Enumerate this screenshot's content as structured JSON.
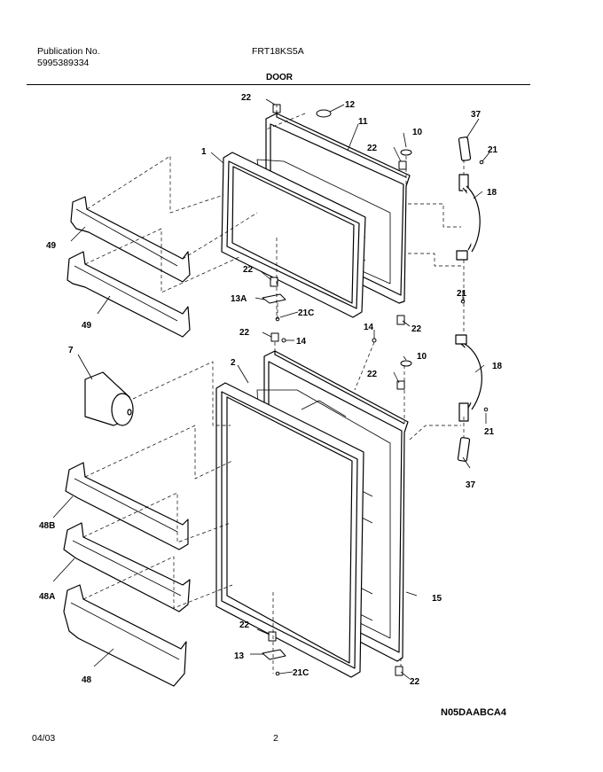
{
  "header": {
    "publication_label": "Publication No.",
    "publication_number": "5995389334",
    "model": "FRT18KS5A",
    "section": "DOOR"
  },
  "footer": {
    "date": "04/03",
    "page": "2",
    "diagram_code": "N05DAABCA4"
  },
  "callouts": {
    "p1": "1",
    "p2": "2",
    "p7": "7",
    "p10a": "10",
    "p10b": "10",
    "p11": "11",
    "p12": "12",
    "p13": "13",
    "p13a": "13A",
    "p14a": "14",
    "p14b": "14",
    "p15": "15",
    "p18a": "18",
    "p18b": "18",
    "p21a": "21",
    "p21b": "21",
    "p21c": "21",
    "p21ca": "21C",
    "p21cb": "21C",
    "p22a": "22",
    "p22b": "22",
    "p22c": "22",
    "p22d": "22",
    "p22e": "22",
    "p22f": "22",
    "p22g": "22",
    "p22h": "22",
    "p37a": "37",
    "p37b": "37",
    "p48": "48",
    "p48a": "48A",
    "p48b": "48B",
    "p49a": "49",
    "p49b": "49"
  }
}
